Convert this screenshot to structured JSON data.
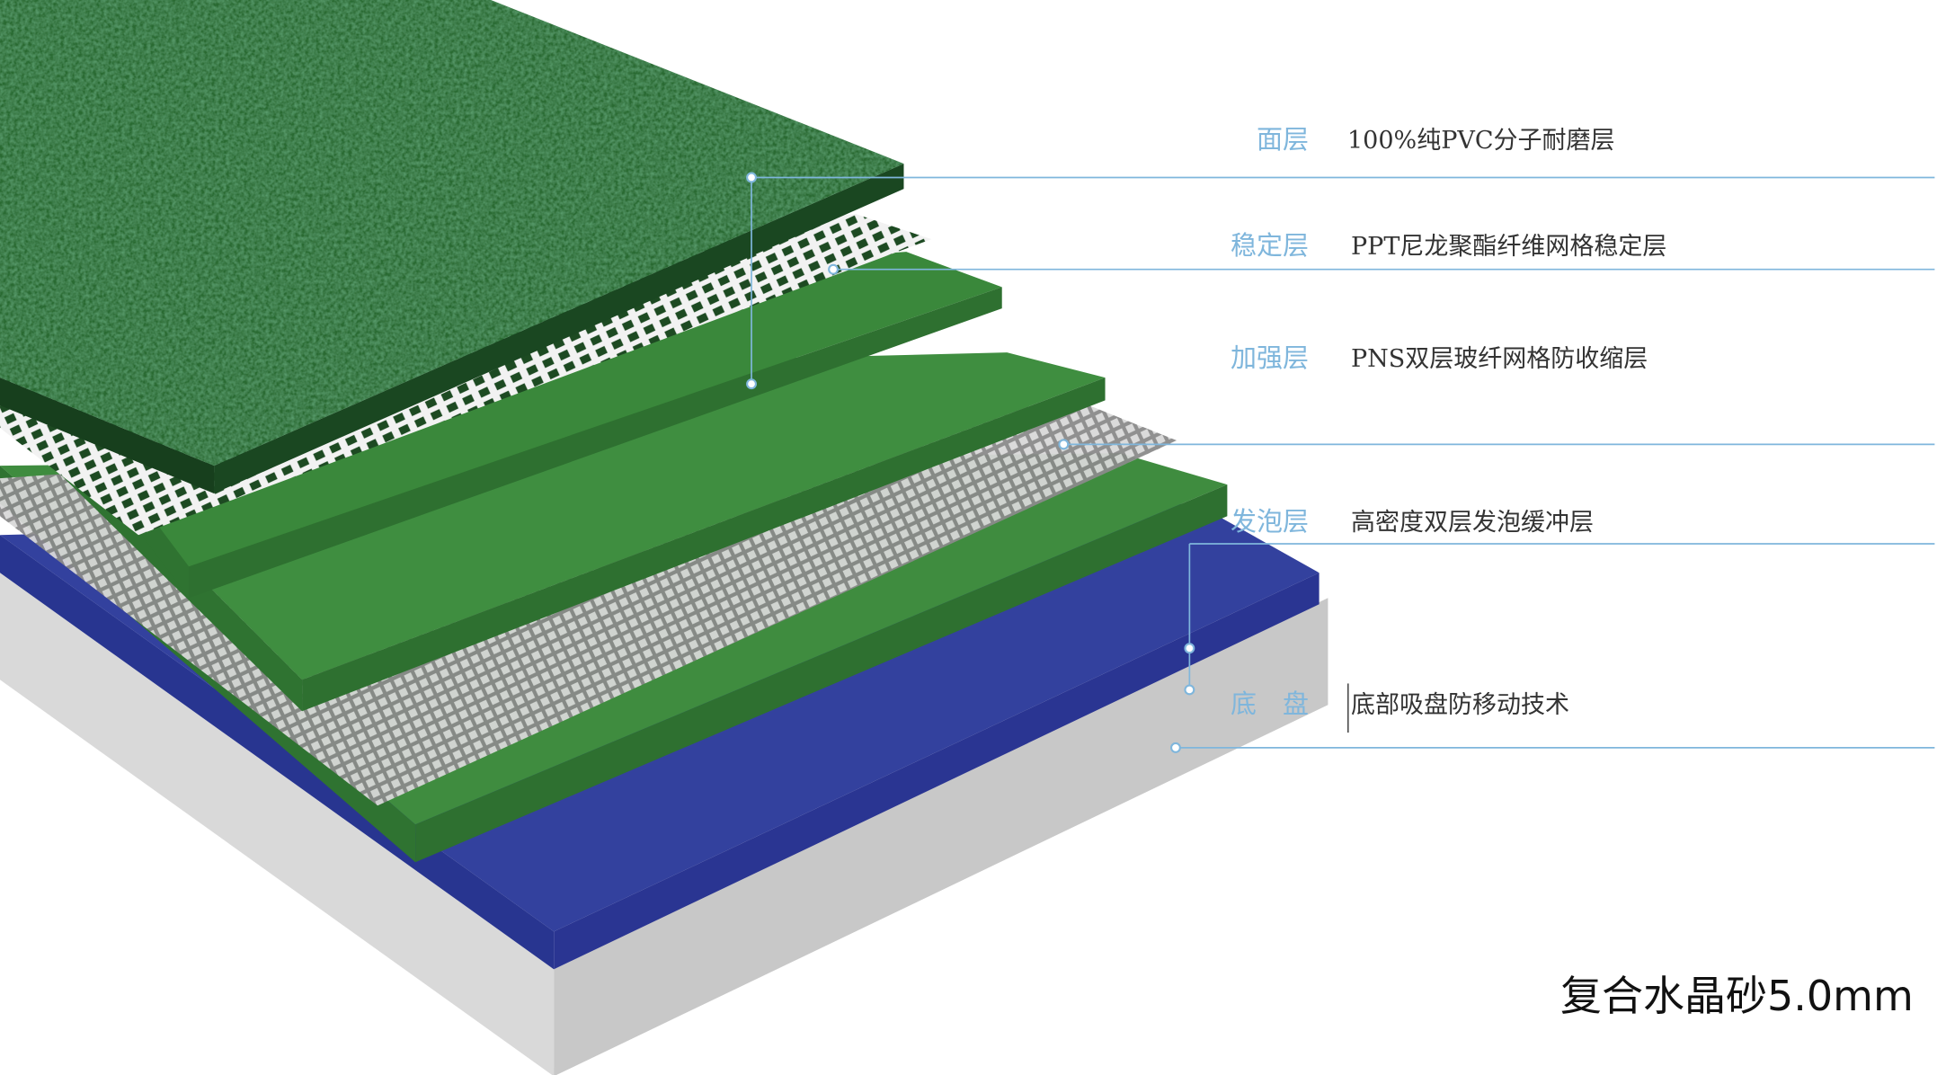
{
  "layers": [
    {
      "name": "面层",
      "desc": "100%纯PVC分子耐磨层"
    },
    {
      "name": "稳定层",
      "desc": "PPT尼龙聚酯纤维网格稳定层"
    },
    {
      "name": "加强层",
      "desc": "PNS双层玻纤网格防收缩层"
    },
    {
      "name": "发泡层",
      "desc": "高密度双层发泡缓冲层"
    },
    {
      "name": "底　盘",
      "desc": "底部吸盘防移动技术"
    }
  ],
  "product_title": "复合水晶砂5.0mm",
  "colors": {
    "line": "#7fb6dc",
    "dark_green": "#1f5a2a",
    "green": "#3a8a3c",
    "blue": "#2c3c9a",
    "gray": "#cfcfcf"
  }
}
